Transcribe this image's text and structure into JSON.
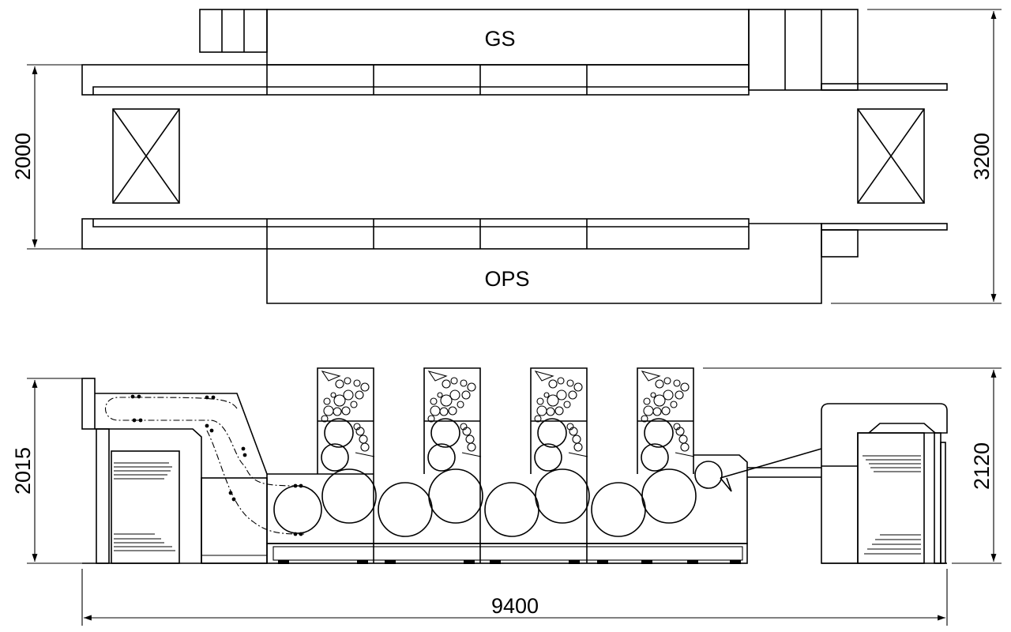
{
  "top_view": {
    "labels": {
      "gear_side": "GS",
      "operator_side": "OPS"
    },
    "dimensions": {
      "left": "2000",
      "right": "3200"
    }
  },
  "side_view": {
    "dimensions": {
      "left": "2015",
      "right": "2120",
      "bottom": "9400"
    },
    "printing_units": 4
  }
}
